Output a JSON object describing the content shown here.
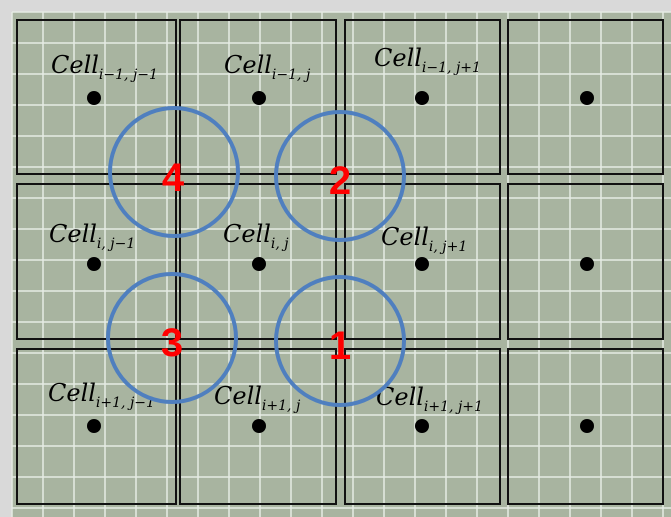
{
  "diagram": {
    "background": "#a8b4a0",
    "grid_line_color": "#e6ebe4",
    "border_color": "#111111",
    "circle_color": "#4f7fbf",
    "number_color": "#ff0000",
    "labels": [
      {
        "base": "Cell",
        "sub": "i−1, j−1"
      },
      {
        "base": "Cell",
        "sub": "i−1, j"
      },
      {
        "base": "Cell",
        "sub": "i−1, j+1"
      },
      {
        "base": "Cell",
        "sub": "i, j−1"
      },
      {
        "base": "Cell",
        "sub": "i, j"
      },
      {
        "base": "Cell",
        "sub": "i, j+1"
      },
      {
        "base": "Cell",
        "sub": "i+1, j−1"
      },
      {
        "base": "Cell",
        "sub": "i+1, j"
      },
      {
        "base": "Cell",
        "sub": "i+1, j+1"
      }
    ],
    "circle_numbers": [
      "4",
      "2",
      "3",
      "1"
    ]
  }
}
